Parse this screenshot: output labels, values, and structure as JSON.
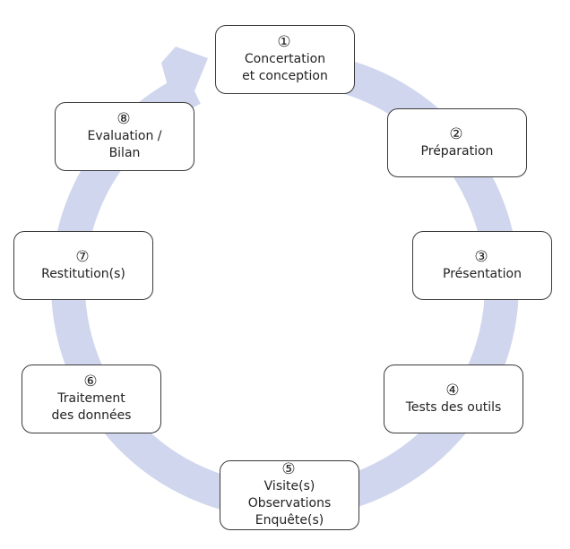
{
  "diagram": {
    "ring_color": "#d0d6ee",
    "steps": [
      {
        "number": "①",
        "lines": [
          "Concertation",
          "et conception"
        ]
      },
      {
        "number": "②",
        "lines": [
          "Préparation"
        ]
      },
      {
        "number": "③",
        "lines": [
          "Présentation"
        ]
      },
      {
        "number": "④",
        "lines": [
          "Tests des outils"
        ]
      },
      {
        "number": "⑤",
        "lines": [
          "Visite(s)",
          "Observations",
          "Enquête(s)"
        ]
      },
      {
        "number": "⑥",
        "lines": [
          "Traitement",
          "des données"
        ]
      },
      {
        "number": "⑦",
        "lines": [
          "Restitution(s)"
        ]
      },
      {
        "number": "⑧",
        "lines": [
          "Evaluation /",
          "Bilan"
        ]
      }
    ]
  }
}
